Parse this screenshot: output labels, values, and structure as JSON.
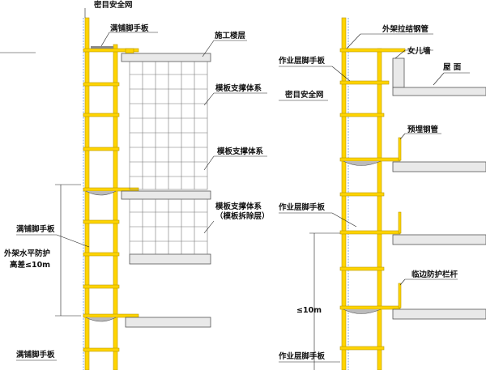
{
  "labels": {
    "dense_net_top": "密目安全网",
    "full_scaffold_board_top": "满铺脚手板",
    "construction_floor": "施工楼层",
    "formwork_support_1": "模板支撑体系",
    "formwork_support_2": "模板支撑体系",
    "formwork_support_3_line1": "模板支撑体系",
    "formwork_support_3_line2": "（模板拆除层）",
    "full_scaffold_board_mid": "满铺脚手板",
    "horizontal_protection_line1": "外架水平防护",
    "horizontal_protection_line2": "高差≤10m",
    "full_scaffold_board_bottom": "满铺脚手板",
    "tie_steel_pipe": "外架拉结钢管",
    "parapet": "女儿墙",
    "roof": "屋    面",
    "work_board_1": "作业层脚手板",
    "dense_net_right": "密目安全网",
    "embedded_pipe": "预埋钢管",
    "work_board_2": "作业层脚手板",
    "edge_railing": "临边防护栏杆",
    "height_10m": "≤10m",
    "work_board_3": "作业层脚手板"
  },
  "colors": {
    "pole": "#ffd400",
    "net": "#5b8fd9",
    "slab": "#e9e9e9"
  }
}
